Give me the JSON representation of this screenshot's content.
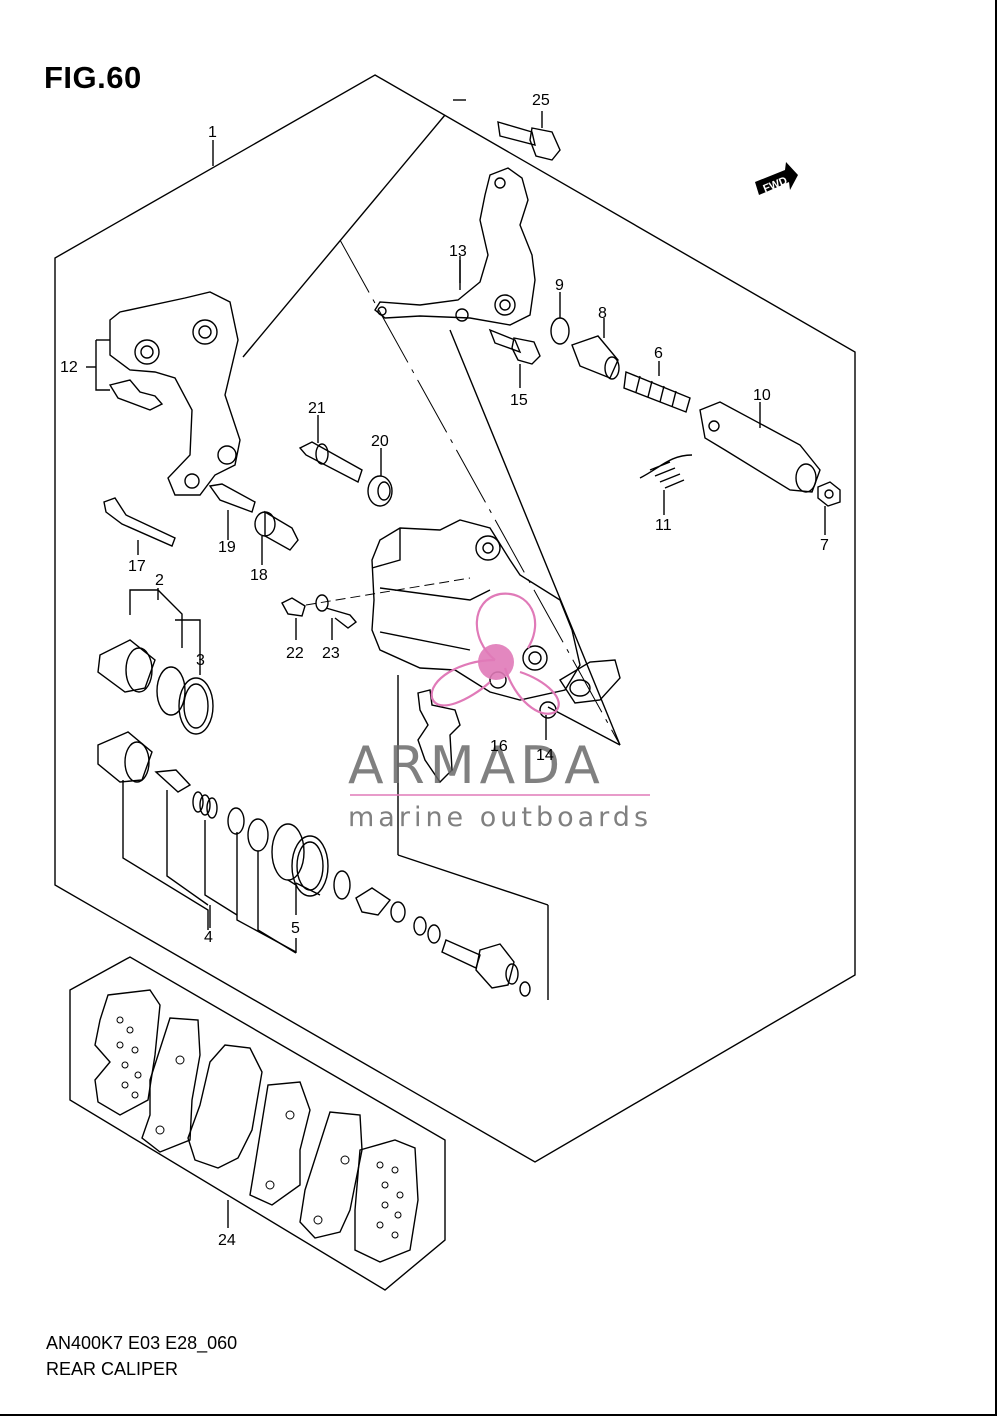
{
  "figure": {
    "title": "FIG.60",
    "code": "AN400K7 E03 E28_060",
    "subtitle": "REAR CALIPER",
    "direction_label": "FWD"
  },
  "watermark": {
    "brand": "ARMADA",
    "tagline": "marine outboards",
    "accent_color": "#e07ab8",
    "text_color": "#6b6b6b"
  },
  "callouts": [
    "1",
    "2",
    "3",
    "4",
    "5",
    "6",
    "7",
    "8",
    "9",
    "10",
    "11",
    "12",
    "13",
    "14",
    "15",
    "16",
    "17",
    "18",
    "19",
    "20",
    "21",
    "22",
    "23",
    "24",
    "25"
  ]
}
